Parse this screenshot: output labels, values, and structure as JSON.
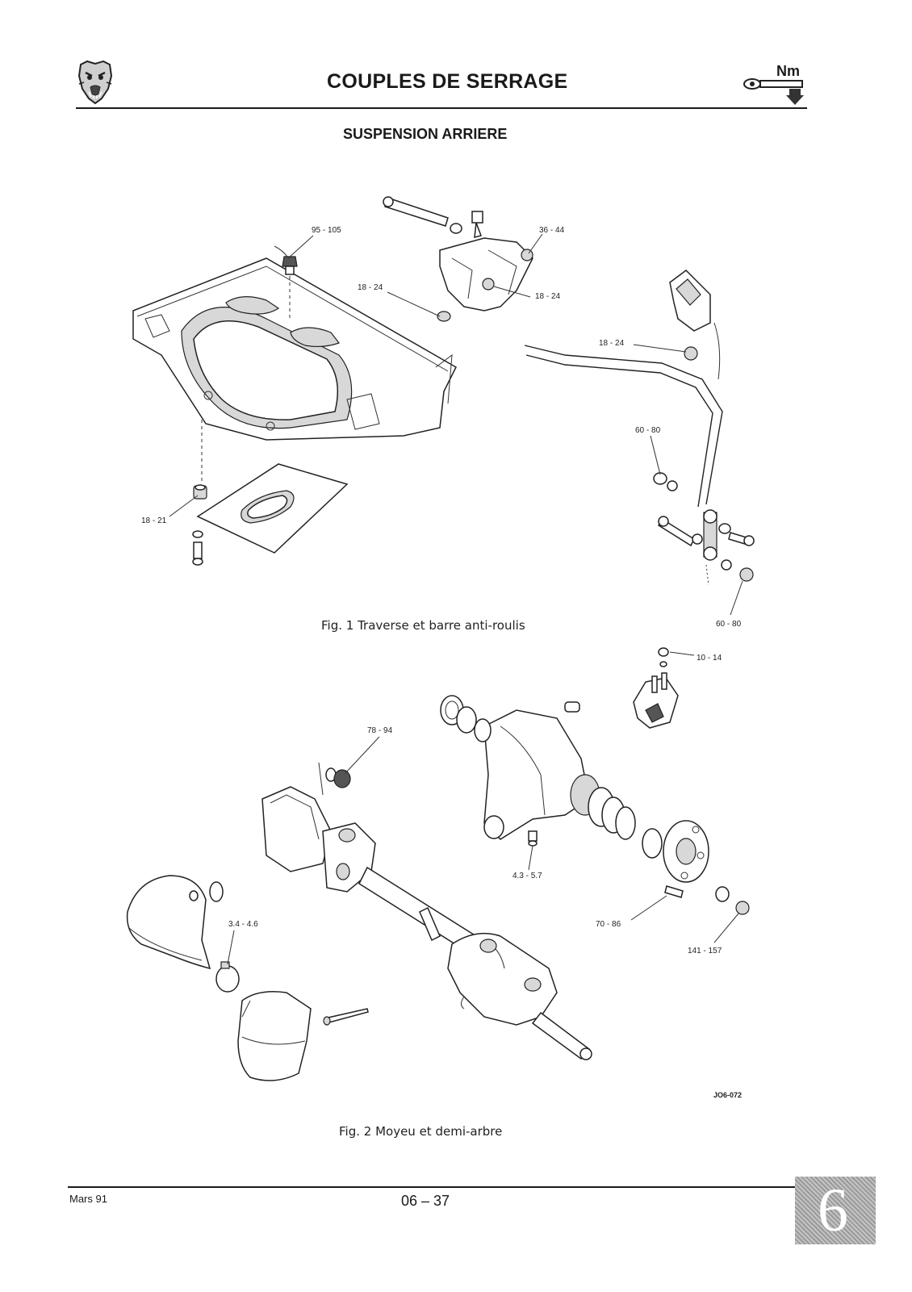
{
  "header": {
    "title": "COUPLES DE SERRAGE",
    "unit_icon_text": "Nm",
    "subtitle": "SUSPENSION ARRIERE"
  },
  "figure1": {
    "caption": "Fig. 1 Traverse et barre anti-roulis",
    "labels": [
      "95 - 105",
      "36 - 44",
      "18 - 24",
      "18 - 24",
      "18 - 24",
      "60 - 80",
      "18 - 21",
      "60 - 80"
    ]
  },
  "figure2": {
    "caption": "Fig. 2 Moyeu et demi-arbre",
    "labels": [
      "10 - 14",
      "78 - 94",
      "4.3 - 5.7",
      "70 - 86",
      "141 - 157",
      "3.4 - 4.6"
    ],
    "reference": "JO6-072"
  },
  "footer": {
    "date": "Mars 91",
    "page": "06 – 37",
    "section_tab": "6"
  },
  "icons": [
    "jaguar-logo-icon",
    "torque-wrench-icon"
  ]
}
